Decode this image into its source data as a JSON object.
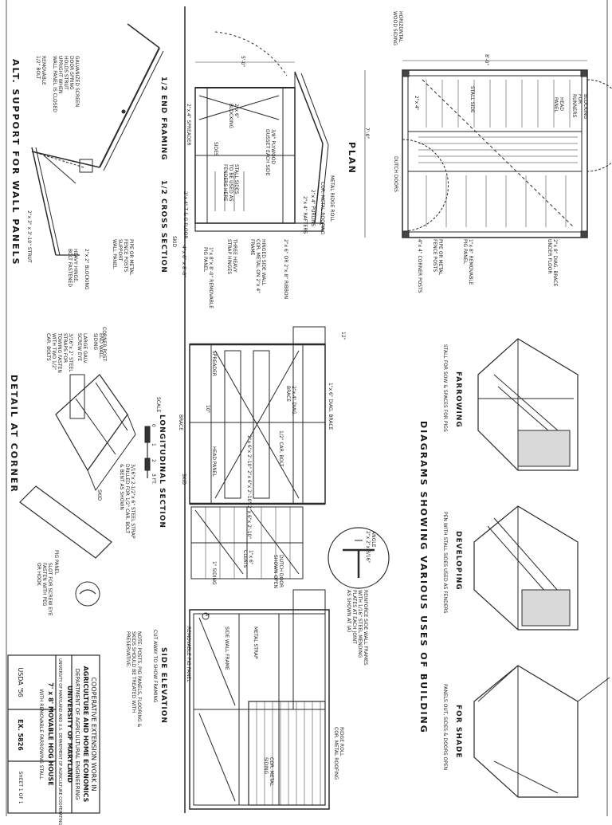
{
  "titles": {
    "plan": "PLAN",
    "end_framing": "1/2 END FRAMING",
    "cross_section": "1/2 CROSS SECTION",
    "alt_support": "ALT. SUPPORT FOR WALL PANELS",
    "longitudinal": "LONGITUDINAL SECTION",
    "side_elevation": "SIDE ELEVATION",
    "side_elevation_sub": "CUT AWAY TO SHOW FRAMING",
    "detail_corner": "DETAIL  AT  CORNER",
    "diagrams": "DIAGRAMS  SHOWING  VARIOUS  USES  OF  BUILDING"
  },
  "scale": {
    "label": "SCALE",
    "ticks": [
      "0",
      "1",
      "2",
      "3 FT."
    ]
  },
  "uses": [
    {
      "title": "FARROWING",
      "caption": "STALL FOR SOW & SPACES FOR PIGS"
    },
    {
      "title": "DEVELOPING",
      "caption": "PEN WITH STALL SIDES USED AS FENDERS"
    },
    {
      "title": "FOR SHADE",
      "caption": "PANELS OUT, SIDES & DOORS OPEN"
    }
  ],
  "plan_labels": {
    "horizontal_siding": "HORIZONTAL\nWOOD SIDING",
    "dim_width": "8'-0\"",
    "dim_length": "7'-0\"",
    "blocking": "BLOCKING FOR\nRUNNERS",
    "stall_side": "STALL SIDE",
    "head_panel": "HEAD\nPANEL",
    "dutch_doors": "DUTCH DOORS",
    "diag_brace": "2\"x 8\" DIAG. BRACE\nUNDER FLOOR",
    "removable_pig_panel": "1\"x 8\" REMOVABLE\nPIG PANEL",
    "pipe_posts": "PIPE OR METAL\nFENCE POSTS",
    "corner_posts": "4\"x 4\" CORNER POSTS",
    "two_by_four": "2\"x 4\""
  },
  "cross_labels": {
    "dim_5ft": "5'-0\"",
    "blocking": "2\"x 6\"\nBLOCKING",
    "spreader": "2\"x 4\" SPREADER",
    "stall_sides": "STALL SIDES\nTO BE USED AS\nFENDERS HERE",
    "sides": "SIDES",
    "plywood_gusset": "3/8\" PLYWOOD\nGUSSET EACH SIDE",
    "ridge_roll": "METAL RIDGE ROLL",
    "roofing": "COR. METAL ROOFING",
    "purlins": "2\"x 4\" PURLINS",
    "rafters": "2\"x 4\" RAFTERS",
    "ribbon": "2\"x 6\" OR 2\"x 8\" RIBBON",
    "hinged_side": "HINGED SIDE WALL\nCOR. METAL ON 2\"x 4\"\nFRAME",
    "strap_hinges": "THREE HEAVY\nSTRAP HINGES",
    "floor": "2\"x 4\" T & G FLOOR",
    "skid": "SKID",
    "skid_size": "4\"x 6\" x 8'-0\"",
    "removable": "1\"x 8\"x 8'-0\" REMOVABLE\nPIG PANEL",
    "posts": "PIPE OR METAL\nFENCE POSTS\nSUPPORT\nWALL PANEL"
  },
  "alt_labels": {
    "screen_door": "GALVANIZED SCREEN\nDOOR SPRING\nHOLDS STRUT\nUPRIGHT WHEN\nWALL PANEL IS CLOSED",
    "removable_bolt": "REMOVABLE\n1/2\" BOLT",
    "strut": "2\"x 3\" x 3'-10\" STRUT",
    "blocking": "2\"x 2\" BLOCKING",
    "hinge": "HEAVY HINGE,\nBOLT FASTENED"
  },
  "long_labels": {
    "diag_brace_6": "1\"x 6\" DIAG. BRACE",
    "diag_brace_4": "2\"x 4\" DIAG.\nBRACE",
    "car_bolt": "1/2\" CAR. BOLT",
    "spreader": "SPREADER",
    "brace": "BRACE",
    "head_panel": "HEAD PANEL",
    "skid": "SKID",
    "cleats": "1\"x 6\"\nCLEATS",
    "dutch_door": "DUTCH DOOR\nSHOWN OPEN",
    "siding": "1\" SIDING",
    "dim_10": "10\"",
    "dim_12": "12\"",
    "members": "2\"x 6\"x 2'-10\" 2\"x 6\"x 2'-10\" 2\"x 6\"x 2'-10\""
  },
  "corner_labels": {
    "corner_post": "CORNER POST",
    "end_wall_siding": "END WALL\nSIDING",
    "lag_screw": "LARGE GALV.\nSCREW EYE",
    "steel_straps": "3/16\"x 2\" STEEL\nSTRAPS FOR\nTOWING FASTEN\nWITH TWO 1/2\"\nCAR. BOLTS",
    "bottom_strap": "3/16\"x 2-1/2\"x 6\" STEEL STRAP\nDRILLED FOR 1/2\" CAR. BOLT\n& BENT AS SHOWN",
    "skid": "SKID",
    "pig_panel": "PIG PANEL",
    "screw_eye": "SLOT FOR SCREW EYE\nFASTEN WITH PEG\nOR HOOK"
  },
  "joint_labels": {
    "angle": "ANGLE\n2\"x 2\"x 3/16\"",
    "reinforce": "REINFORCE SIDE WALL FRAMES\nWITH 1/16\" STEEL MENDING\nPLATES AT EACH JOINT\nAS SHOWN AT (A)"
  },
  "side_labels": {
    "removable_pig_panel": "REMOVABLE PIG PANEL",
    "side_wall_frame": "SIDE WALL FRAME",
    "metal_strap": "METAL STRAP",
    "ridge_roll": "RIDGE ROLL\nCOR. METAL ROOFING",
    "siding": "COR. METAL\nSIDING",
    "mark_a": "A"
  },
  "note": "NOTE: POSTS, PIG PANELS, FLOORING &\nSKIDS SHOULD BE TREATED WITH\nPRESERVATIVE.",
  "title_block": {
    "line1": "COOPERATIVE EXTENSION WORK IN",
    "line2": "AGRICULTURE AND HOME ECONOMICS",
    "line3": "DEPARTMENT OF AGRICULTURAL ENGINEERING",
    "line4": "UNIVERSITY OF MARYLAND",
    "line5": "UNIVERSITY OF MARYLAND AND U.S. DEPARTMENT OF AGRICULTURE COOPERATING",
    "project1": "7' x 8'  MOVABLE HOG HOUSE",
    "project2": "WITH REMOVABLE FARROWING STALL",
    "usda": "USDA '56",
    "ex": "EX. 5826",
    "sheet": "SHEET 1 OF 1"
  }
}
